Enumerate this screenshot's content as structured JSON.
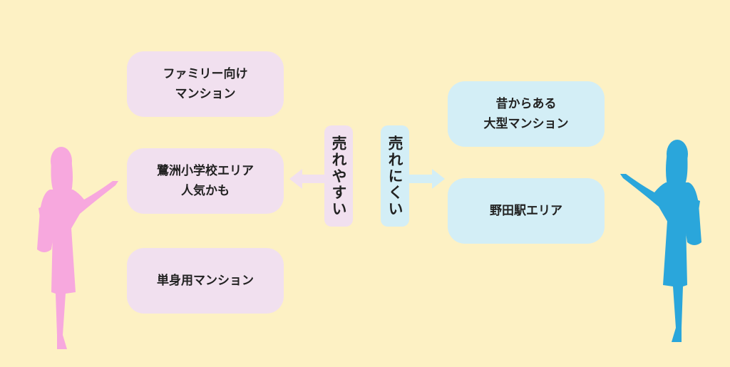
{
  "left": {
    "label": "売れやすい",
    "cards": [
      {
        "line1": "ファミリー向け",
        "line2": "マンション"
      },
      {
        "line1": "鷺洲小学校エリア",
        "line2": "人気かも"
      },
      {
        "line1": "単身用マンション",
        "line2": ""
      }
    ]
  },
  "right": {
    "label": "売れにくい",
    "cards": [
      {
        "line1": "昔からある",
        "line2": "大型マンション"
      },
      {
        "line1": "野田駅エリア",
        "line2": ""
      }
    ]
  },
  "colors": {
    "background": "#fdf1c4",
    "left_accent": "#f1e0ef",
    "right_accent": "#d3eef6",
    "left_figure": "#f7a8de",
    "right_figure": "#2aa6db"
  },
  "icons": {
    "left_figure": "businesswoman-silhouette-icon",
    "right_figure": "businesswoman-silhouette-icon",
    "left_arrow": "arrow-left-icon",
    "right_arrow": "arrow-right-icon"
  }
}
